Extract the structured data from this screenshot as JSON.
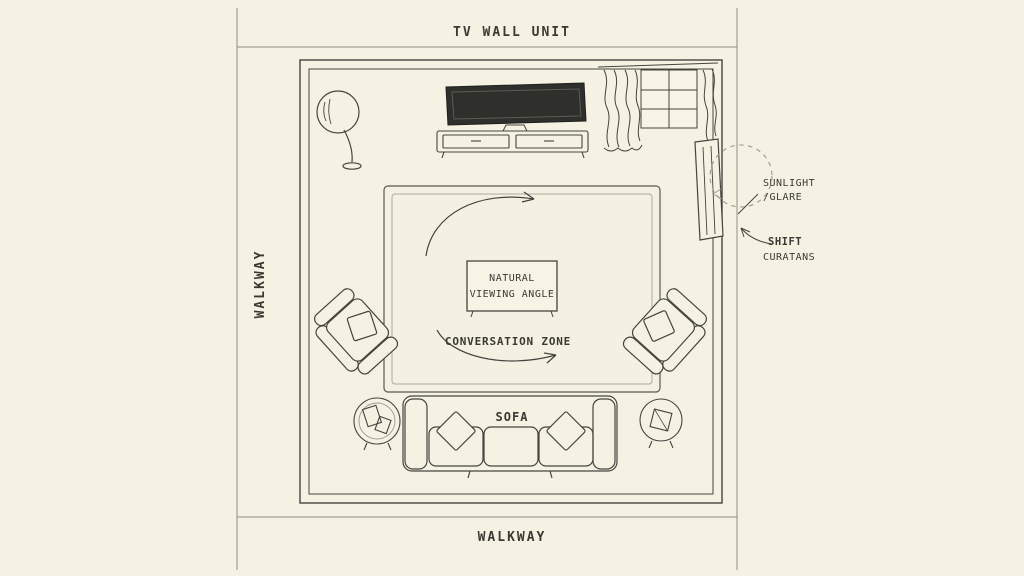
{
  "colors": {
    "background": "#f5f2e3",
    "ink": "#45453f",
    "ink_light": "#9a9a8e",
    "tv_screen": "#2f2f2c",
    "rug_fill": "#f4f1e2",
    "panel_fill": "#f7f4e6"
  },
  "labels": {
    "tv_wall_unit": "TV WALL UNIT",
    "walkway_left": "WALKWAY",
    "walkway_bottom": "WALKWAY",
    "natural_viewing_line1": "NATURAL",
    "natural_viewing_line2": "VIEWING ANGLE",
    "conversation_zone": "CONVERSATION ZONE",
    "sofa": "SOFA",
    "annotation_sunlight_line1": "SUNLIGHT",
    "annotation_sunlight_line2": "/GLARE",
    "annotation_shift_line1": "SHIFT",
    "annotation_shift_line2": "CURATANS"
  }
}
